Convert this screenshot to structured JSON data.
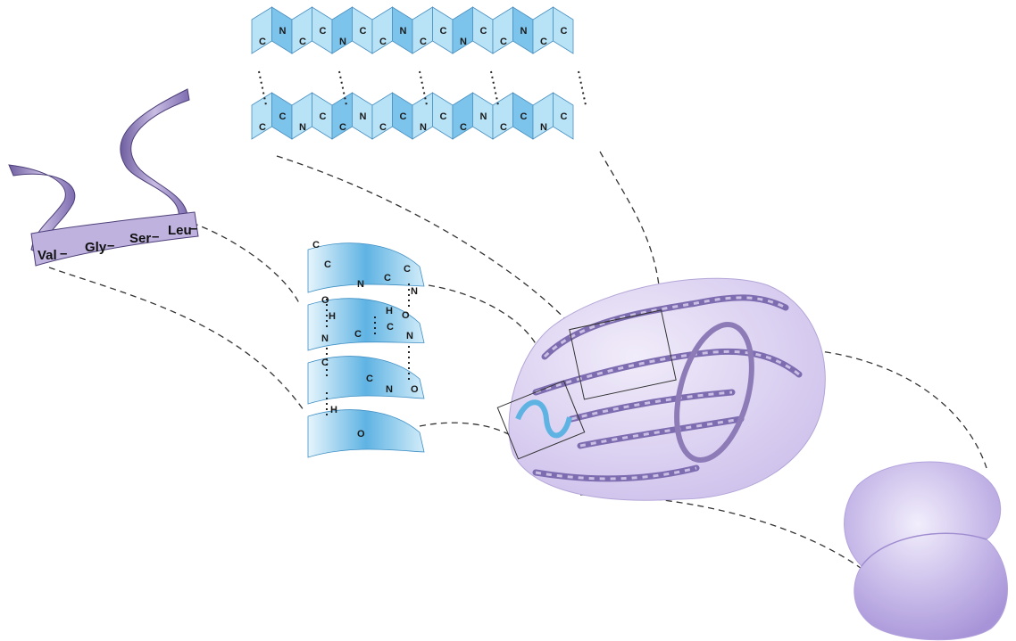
{
  "colors": {
    "background": "#ffffff",
    "sheet_fill": "#b8e2f6",
    "sheet_dark": "#5fb3e3",
    "helix_fill": "#8ccdf0",
    "ribbon_fill": "#8d7bb8",
    "ribbon_light": "#cbbfe4",
    "protein_blob": "#d8cdee",
    "quaternary_blob": "#b7a6de",
    "bond_line": "#1a1a1a",
    "dash_line": "#333333"
  },
  "primary_structure": {
    "residues": [
      "Val",
      "Gly",
      "Ser",
      "Leu"
    ],
    "separator": "–"
  },
  "beta_sheet": {
    "strand_top": [
      "C",
      "N",
      "C",
      "C",
      "N",
      "C",
      "C",
      "N",
      "C",
      "C",
      "N",
      "C",
      "C",
      "N",
      "C",
      "C"
    ],
    "strand_bottom": [
      "C",
      "C",
      "N",
      "C",
      "C",
      "N",
      "C",
      "C",
      "N",
      "C",
      "C",
      "N",
      "C",
      "C",
      "N",
      "C"
    ]
  },
  "alpha_helix": {
    "atoms": [
      "C",
      "C",
      "N",
      "C",
      "C",
      "N",
      "O",
      "H",
      "O",
      "H",
      "N",
      "C",
      "C",
      "N",
      "C",
      "C",
      "N",
      "O",
      "H",
      "O"
    ]
  },
  "icons": {
    "primary": "ribbon-icon",
    "tertiary": "folded-protein-icon",
    "quaternary": "subunit-blob-icon"
  }
}
